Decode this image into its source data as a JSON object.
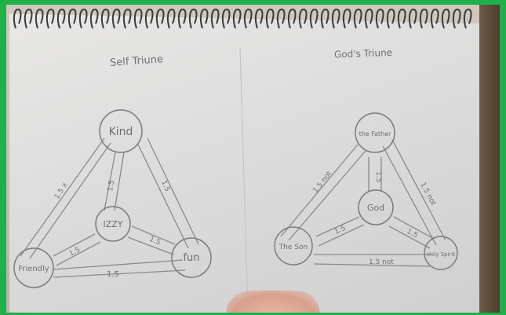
{
  "left_diagram": {
    "title": "Self Triune",
    "nodes": {
      "top": "Kind",
      "center": "IZZY",
      "left": "Friendly",
      "right": "fun"
    },
    "edge_labels": {
      "left_outer": "1.5 x",
      "right_outer": "1.5",
      "top_center": "1.5",
      "left_center": "1.5",
      "right_center": "1.5",
      "bottom": "1.5"
    }
  },
  "right_diagram": {
    "title": "God's Triune",
    "nodes": {
      "top": "the Father",
      "center": "God",
      "left": "The Son",
      "right": "Holy Spirit"
    },
    "edge_labels": {
      "left_outer": "1.5 not",
      "right_outer": "1.5 not",
      "top_center": "1.5",
      "left_center": "1.5",
      "right_center": "1.5",
      "bottom": "1.5 not"
    }
  },
  "colors": {
    "frame": "#1fb04a",
    "paper": "#e0e0e0",
    "pencil": "#6f6f73"
  }
}
